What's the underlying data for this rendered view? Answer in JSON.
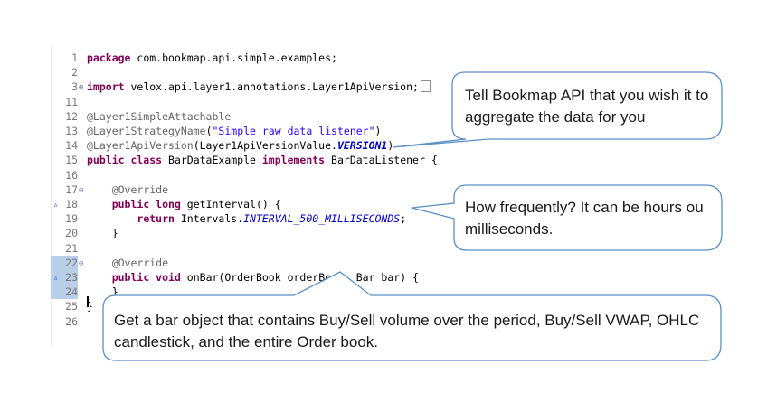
{
  "editor": {
    "lines": [
      {
        "n": "1",
        "parts": [
          [
            "kw",
            "package "
          ],
          [
            "",
            "com.bookmap.api.simple.examples;"
          ]
        ]
      },
      {
        "n": "2",
        "parts": []
      },
      {
        "n": "3",
        "marker": "plus",
        "collapsed": true,
        "parts": [
          [
            "kw",
            "import "
          ],
          [
            "",
            "velox.api.layer1.annotations.Layer1ApiVersion;"
          ]
        ]
      },
      {
        "n": "11",
        "parts": []
      },
      {
        "n": "12",
        "parts": [
          [
            "an",
            "@Layer1SimpleAttachable"
          ]
        ]
      },
      {
        "n": "13",
        "parts": [
          [
            "an",
            "@Layer1StrategyName"
          ],
          [
            "",
            "("
          ],
          [
            "str",
            "\"Simple raw data listener\""
          ],
          [
            "",
            ")"
          ]
        ]
      },
      {
        "n": "14",
        "parts": [
          [
            "an",
            "@Layer1ApiVersion"
          ],
          [
            "",
            "(Layer1ApiVersionValue."
          ],
          [
            "cstb",
            "VERSION1"
          ],
          [
            "",
            ")"
          ]
        ]
      },
      {
        "n": "15",
        "parts": [
          [
            "kw",
            "public class "
          ],
          [
            "",
            "BarDataExample "
          ],
          [
            "kw",
            "implements "
          ],
          [
            "",
            "BarDataListener {"
          ]
        ]
      },
      {
        "n": "16",
        "parts": []
      },
      {
        "n": "17",
        "fold": "minus",
        "parts": [
          [
            "",
            "    "
          ],
          [
            "an",
            "@Override"
          ]
        ]
      },
      {
        "n": "18",
        "marker": "triangle",
        "parts": [
          [
            "",
            "    "
          ],
          [
            "kw",
            "public long "
          ],
          [
            "",
            "getInterval() {"
          ]
        ]
      },
      {
        "n": "19",
        "parts": [
          [
            "",
            "        "
          ],
          [
            "kw",
            "return "
          ],
          [
            "",
            "Intervals."
          ],
          [
            "cst",
            "INTERVAL_500_MILLISECONDS"
          ],
          [
            "",
            ";"
          ]
        ]
      },
      {
        "n": "20",
        "parts": [
          [
            "",
            "    }"
          ]
        ]
      },
      {
        "n": "21",
        "parts": []
      },
      {
        "n": "22",
        "fold": "minus",
        "highlight": true,
        "parts": [
          [
            "",
            "    "
          ],
          [
            "an",
            "@Override"
          ]
        ]
      },
      {
        "n": "23",
        "marker": "triangle",
        "highlight": true,
        "parts": [
          [
            "",
            "    "
          ],
          [
            "kw",
            "public void "
          ],
          [
            "",
            "onBar(OrderBook orderBook, Bar bar) {"
          ]
        ]
      },
      {
        "n": "24",
        "highlight": true,
        "parts": [
          [
            "",
            "    }"
          ]
        ]
      },
      {
        "n": "25",
        "parts": [
          [
            "",
            "}"
          ]
        ]
      },
      {
        "n": "26",
        "parts": []
      }
    ]
  },
  "callouts": {
    "aggregate": "Tell Bookmap API that you wish it to aggregate the data for you",
    "frequency": "How frequently? It can be hours ou milliseconds.",
    "bar_object": "Get a bar object that contains Buy/Sell volume over the period, Buy/Sell VWAP, OHLC candlestick, and the entire Order book."
  },
  "colors": {
    "callout_border": "#5b8fc7",
    "keyword": "#7f0055",
    "annotation": "#646464",
    "string": "#2a00ff",
    "constant": "#0000c0",
    "gutter_highlight": "#b9cfe8"
  },
  "icons": {
    "fold_open": "circle-minus-icon",
    "fold_closed": "circle-plus-icon",
    "override": "override-triangle-icon"
  }
}
